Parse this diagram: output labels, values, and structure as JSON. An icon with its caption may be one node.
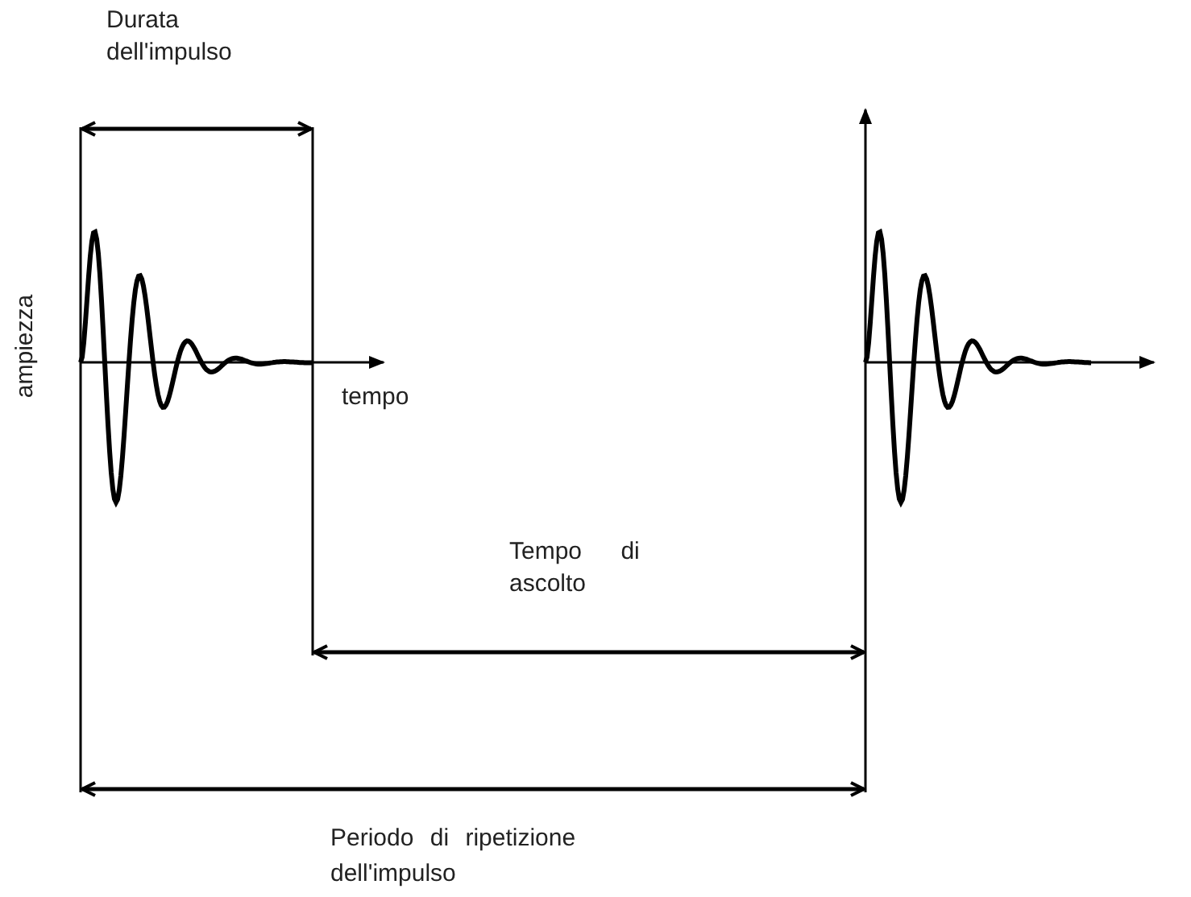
{
  "diagram": {
    "labels": [
      "Durata dell'impulso",
      "ampiezza",
      "tempo",
      "Tempo di ascolto",
      "Periodo di ripetizione dell'impulso"
    ]
  }
}
